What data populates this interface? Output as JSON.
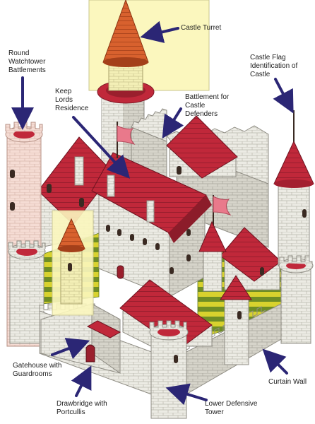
{
  "colors": {
    "arrow": "#2b2675",
    "roof_red": "#c0283a",
    "roof_dark": "#8c1c2a",
    "wall_light": "#ecebe4",
    "wall_shade": "#cfcdc2",
    "wall_line": "#a9a79d",
    "highlight_yellow": "#fbf7be",
    "courtyard_yellow": "#d8d22e",
    "courtyard_green": "#6e8d25",
    "flag_pink": "#e9798b"
  },
  "labels": {
    "castle_turret": "Castle Turret",
    "round_watchtower": "Round\nWatchtower\nBattlements",
    "castle_flag": "Castle Flag\nIdentification of\nCastle",
    "keep": "Keep\nLords\nResidence",
    "battlement": "Battlement for\nCastle\nDefenders",
    "gatehouse": "Gatehouse with\nGuardrooms",
    "curtain_wall": "Curtain Wall",
    "drawbridge": "Drawbridge with\nPortcullis",
    "lower_tower": "Lower Defensive\nTower"
  }
}
